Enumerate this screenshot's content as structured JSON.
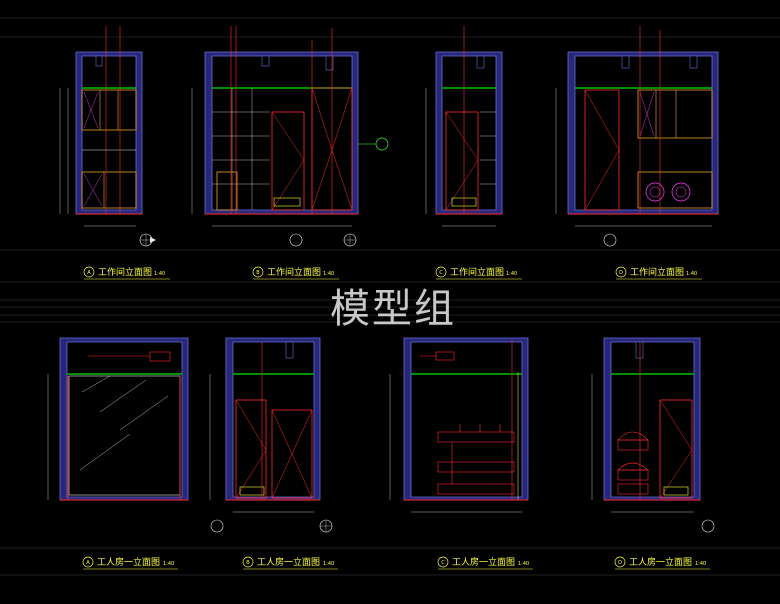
{
  "watermark": "模型组",
  "colors": {
    "background": "#000000",
    "wall": "#28287a",
    "wall_edge": "#6a6ad8",
    "ceiling_line": "#00c000",
    "red": "#ff2a2a",
    "yellow": "#ffff40",
    "green": "#40ff40",
    "cyan": "#00c8c8",
    "magenta": "#ff40ff",
    "white": "#e8e8e8",
    "section_rule": "#4a4a4a"
  },
  "elevations": [
    {
      "mark": "A",
      "title": "工作间立面图",
      "scale": "1:40"
    },
    {
      "mark": "B",
      "title": "工作间立面图",
      "scale": "1:40"
    },
    {
      "mark": "C",
      "title": "工作间立面图",
      "scale": "1:40"
    },
    {
      "mark": "D",
      "title": "工作间立面图",
      "scale": "1:40"
    },
    {
      "mark": "A",
      "title": "工人房一立面图",
      "scale": "1:40"
    },
    {
      "mark": "B",
      "title": "工人房一立面图",
      "scale": "1:40"
    },
    {
      "mark": "C",
      "title": "工人房一立面图",
      "scale": "1:40"
    },
    {
      "mark": "D",
      "title": "工人房一立面图",
      "scale": "1:40"
    }
  ]
}
